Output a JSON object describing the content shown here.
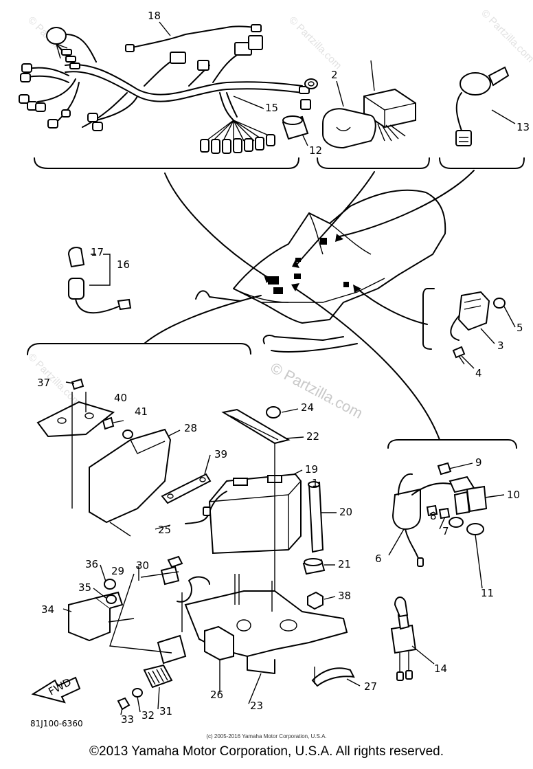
{
  "diagram": {
    "part_code": "81J100-6360",
    "small_copyright": "(c) 2005-2016 Yamaha Motor Corporation, U.S.A.",
    "copyright": "©2013 Yamaha Motor Corporation, U.S.A. All rights reserved.",
    "watermark": "© Partzilla.com",
    "fwd_label": "FWD",
    "callouts": [
      "1",
      "2",
      "3",
      "4",
      "5",
      "6",
      "7",
      "8",
      "9",
      "10",
      "11",
      "12",
      "13",
      "14",
      "15",
      "16",
      "17",
      "18",
      "19",
      "20",
      "21",
      "22",
      "23",
      "24",
      "25",
      "26",
      "27",
      "28",
      "29",
      "30",
      "31",
      "32",
      "33",
      "34",
      "35",
      "36",
      "37",
      "38",
      "39",
      "40",
      "41"
    ]
  }
}
